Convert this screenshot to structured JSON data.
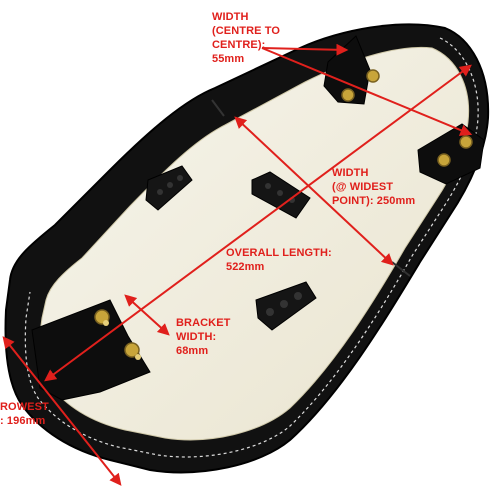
{
  "annotation_color": "#e0201c",
  "annotations": {
    "width_centre": {
      "lines": [
        "WIDTH",
        "(CENTRE TO",
        "CENTRE):",
        "55mm"
      ]
    },
    "width_widest": {
      "lines": [
        "WIDTH",
        "(@ WIDEST",
        "POINT): 250mm"
      ]
    },
    "overall_length": {
      "lines": [
        "OVERALL LENGTH:",
        "522mm"
      ]
    },
    "bracket_width": {
      "lines": [
        "BRACKET",
        "WIDTH:",
        "68mm"
      ]
    },
    "narrowest": {
      "lines": [
        "ROWEST",
        ": 196mm"
      ]
    }
  }
}
